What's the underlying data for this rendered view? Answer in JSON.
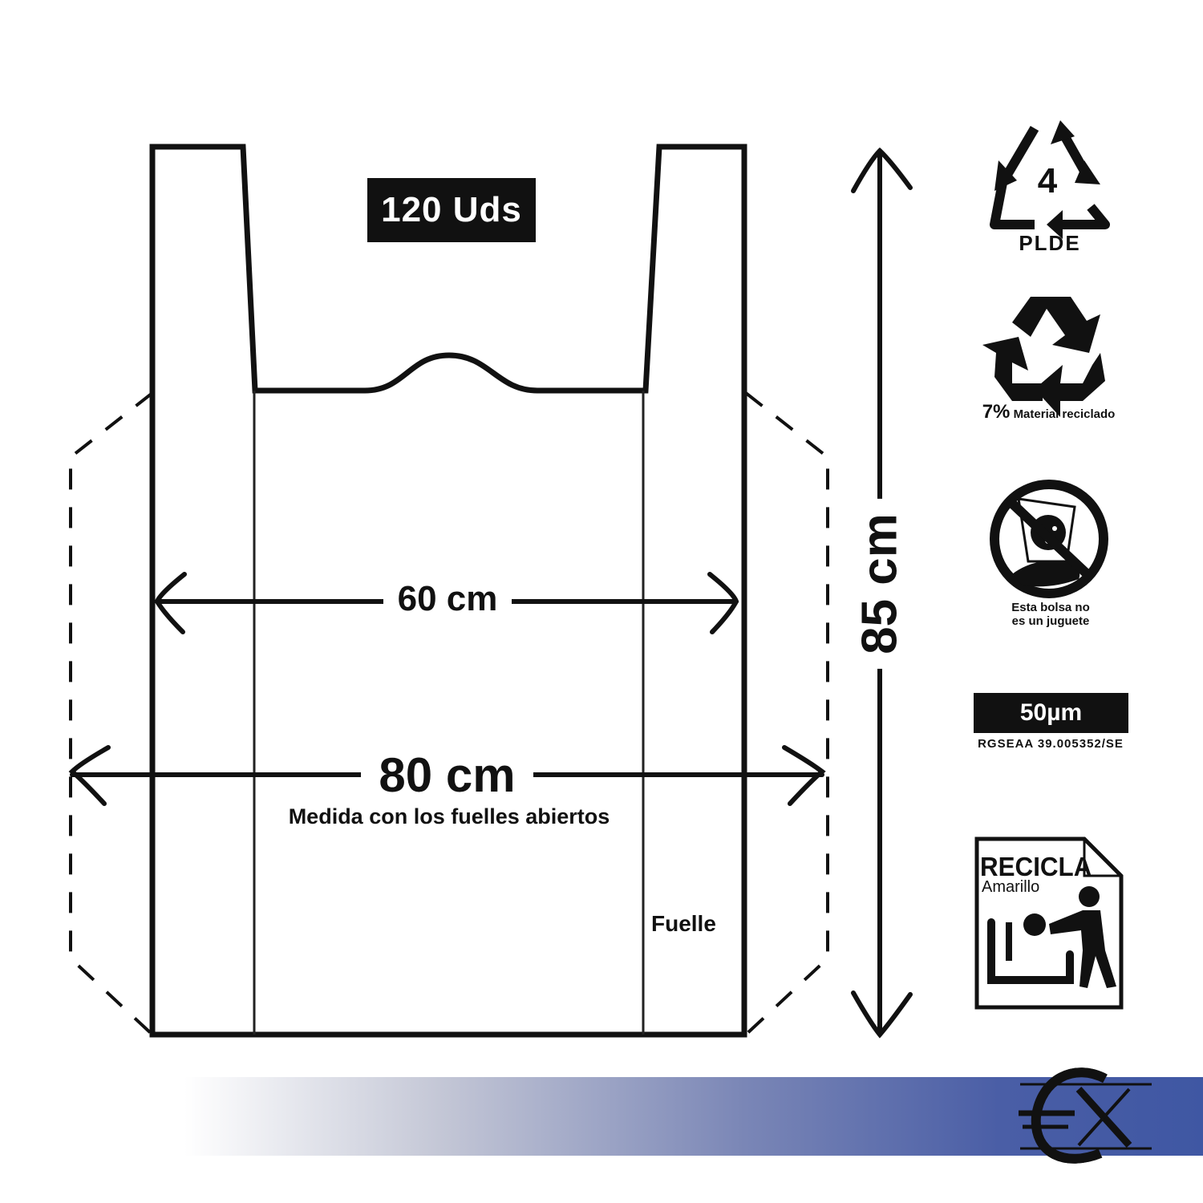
{
  "units_badge": "120 Uds",
  "width_label": "60 cm",
  "open_width_label": "80 cm",
  "open_width_note": "Medida con los fuelles abiertos",
  "gusset_label": "Fuelle",
  "height_label": "85 cm",
  "recycle_code": {
    "number": "4",
    "material": "PLDE"
  },
  "recycled_content": {
    "percent": "7%",
    "text": "Material reciclado"
  },
  "warning": {
    "line1": "Esta bolsa no",
    "line2": "es un juguete"
  },
  "thickness": {
    "value": "50µm",
    "registry": "RGSEAA 39.005352/SE"
  },
  "recycle_bin": {
    "title": "RECICLA",
    "color": "Amarillo"
  },
  "icons": [
    "recycle-code-4-icon",
    "recycle-arrows-icon",
    "no-bag-on-head-icon",
    "recycle-bin-icon",
    "brand-logo-icon"
  ],
  "colors": {
    "ink": "#111111",
    "band": "#3f57a3"
  }
}
